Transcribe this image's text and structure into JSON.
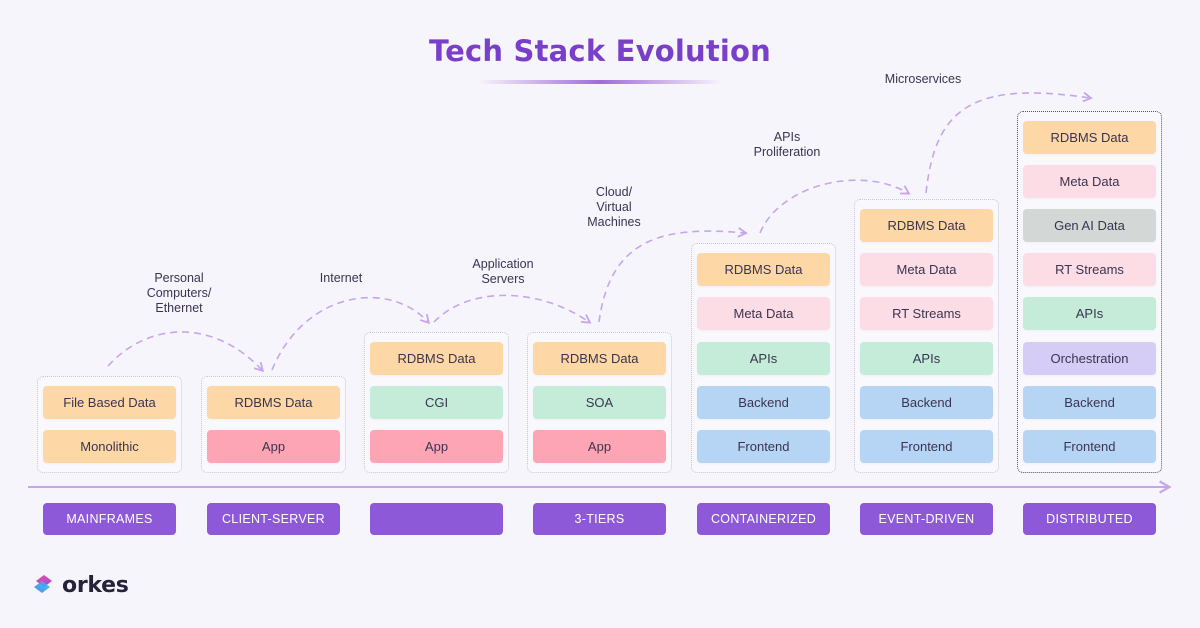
{
  "title": "Tech Stack Evolution",
  "colors": {
    "orange": "#fdd8a6",
    "pink": "#fddde5",
    "red": "#fda5b4",
    "green": "#c4ecd9",
    "blue": "#b6d5f5",
    "purple": "#d6cdf6",
    "gray": "#d3d7d6",
    "era": "#8e59d9",
    "accent": "#7a3fc8",
    "arrow": "#c6a6ea"
  },
  "stacks": [
    {
      "era": "MAINFRAMES",
      "blocks": [
        {
          "label": "File Based Data",
          "color": "orange"
        },
        {
          "label": "Monolithic",
          "color": "orange"
        }
      ]
    },
    {
      "era": "CLIENT-SERVER",
      "blocks": [
        {
          "label": "RDBMS Data",
          "color": "orange"
        },
        {
          "label": "App",
          "color": "red"
        }
      ]
    },
    {
      "era": "",
      "blocks": [
        {
          "label": "RDBMS Data",
          "color": "orange"
        },
        {
          "label": "CGI",
          "color": "green"
        },
        {
          "label": "App",
          "color": "red"
        }
      ]
    },
    {
      "era": "3-TIERS",
      "blocks": [
        {
          "label": "RDBMS Data",
          "color": "orange"
        },
        {
          "label": "SOA",
          "color": "green"
        },
        {
          "label": "App",
          "color": "red"
        }
      ]
    },
    {
      "era": "CONTAINERIZED",
      "blocks": [
        {
          "label": "RDBMS Data",
          "color": "orange"
        },
        {
          "label": "Meta Data",
          "color": "pink"
        },
        {
          "label": "APIs",
          "color": "green"
        },
        {
          "label": "Backend",
          "color": "blue"
        },
        {
          "label": "Frontend",
          "color": "blue"
        }
      ]
    },
    {
      "era": "EVENT-DRIVEN",
      "blocks": [
        {
          "label": "RDBMS Data",
          "color": "orange"
        },
        {
          "label": "Meta Data",
          "color": "pink"
        },
        {
          "label": "RT Streams",
          "color": "pink"
        },
        {
          "label": "APIs",
          "color": "green"
        },
        {
          "label": "Backend",
          "color": "blue"
        },
        {
          "label": "Frontend",
          "color": "blue"
        }
      ]
    },
    {
      "era": "DISTRIBUTED",
      "blocks": [
        {
          "label": "RDBMS Data",
          "color": "orange"
        },
        {
          "label": "Meta Data",
          "color": "pink"
        },
        {
          "label": "Gen AI Data",
          "color": "gray"
        },
        {
          "label": "RT Streams",
          "color": "pink"
        },
        {
          "label": "APIs",
          "color": "green"
        },
        {
          "label": "Orchestration",
          "color": "purple"
        },
        {
          "label": "Backend",
          "color": "blue"
        },
        {
          "label": "Frontend",
          "color": "blue"
        }
      ]
    }
  ],
  "transitions": [
    {
      "lines": [
        "Personal",
        "Computers/",
        "Ethernet"
      ]
    },
    {
      "lines": [
        "Internet"
      ]
    },
    {
      "lines": [
        "Application",
        "Servers"
      ]
    },
    {
      "lines": [
        "Cloud/",
        "Virtual",
        "Machines"
      ]
    },
    {
      "lines": [
        "APIs",
        "Proliferation"
      ]
    },
    {
      "lines": [
        "Microservices"
      ]
    }
  ],
  "logo": {
    "text": "orkes",
    "icon": "orkes-logo-icon"
  }
}
